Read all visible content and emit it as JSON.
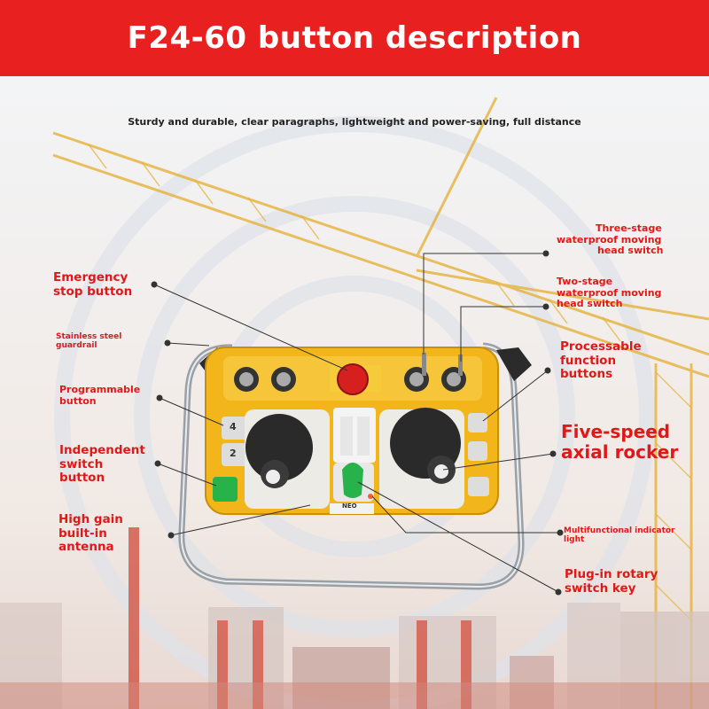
{
  "title": "F24-60 button description",
  "subtitle": "Sturdy and durable, clear paragraphs, lightweight and power-saving, full distance",
  "colors": {
    "banner": "#e8201f",
    "label": "#e01818",
    "controller_body": "#f2b61b",
    "rocker": "#2a2a2a",
    "stop_button": "#d62020",
    "key": "#27b24a"
  },
  "labels": {
    "emergency_stop": [
      "Emergency",
      "stop button"
    ],
    "guardrail": [
      "Stainless steel",
      "guardrail"
    ],
    "programmable": [
      "Programmable",
      "button"
    ],
    "independent_switch": [
      "Independent",
      "switch",
      "button"
    ],
    "antenna": [
      "High gain",
      "built-in",
      "antenna"
    ],
    "three_stage": [
      "Three-stage",
      "waterproof moving",
      "head switch"
    ],
    "two_stage": [
      "Two-stage",
      "waterproof moving",
      "head switch"
    ],
    "processable": [
      "Processable",
      "function",
      "buttons"
    ],
    "five_speed": [
      "Five-speed",
      "axial rocker"
    ],
    "indicator": [
      "Multifunctional indicator",
      "light"
    ],
    "rotary_key": [
      "Plug-in rotary",
      "switch key"
    ]
  },
  "controller": {
    "left_keys": [
      "4",
      "2",
      ""
    ],
    "right_keys": [
      "",
      "",
      ""
    ],
    "key_text": "NEO"
  }
}
